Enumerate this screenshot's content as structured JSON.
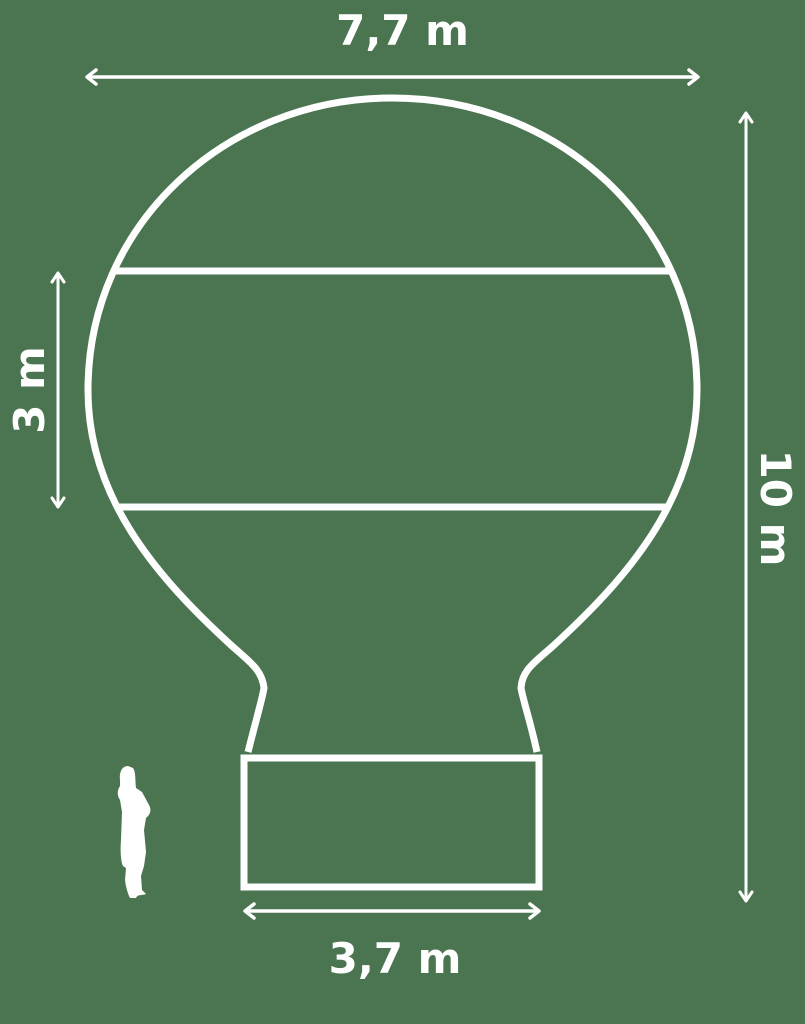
{
  "diagram": {
    "subject": "hot-air-balloon inflatable dimensions",
    "colors": {
      "background": "#4a7550",
      "stroke": "#ffffff"
    },
    "dimensions": {
      "total_width": "7,7 m",
      "total_height": "10 m",
      "band_height": "3 m",
      "basket_width": "3,7 m"
    },
    "icons": {
      "scale_figure": "person-silhouette-icon"
    }
  }
}
